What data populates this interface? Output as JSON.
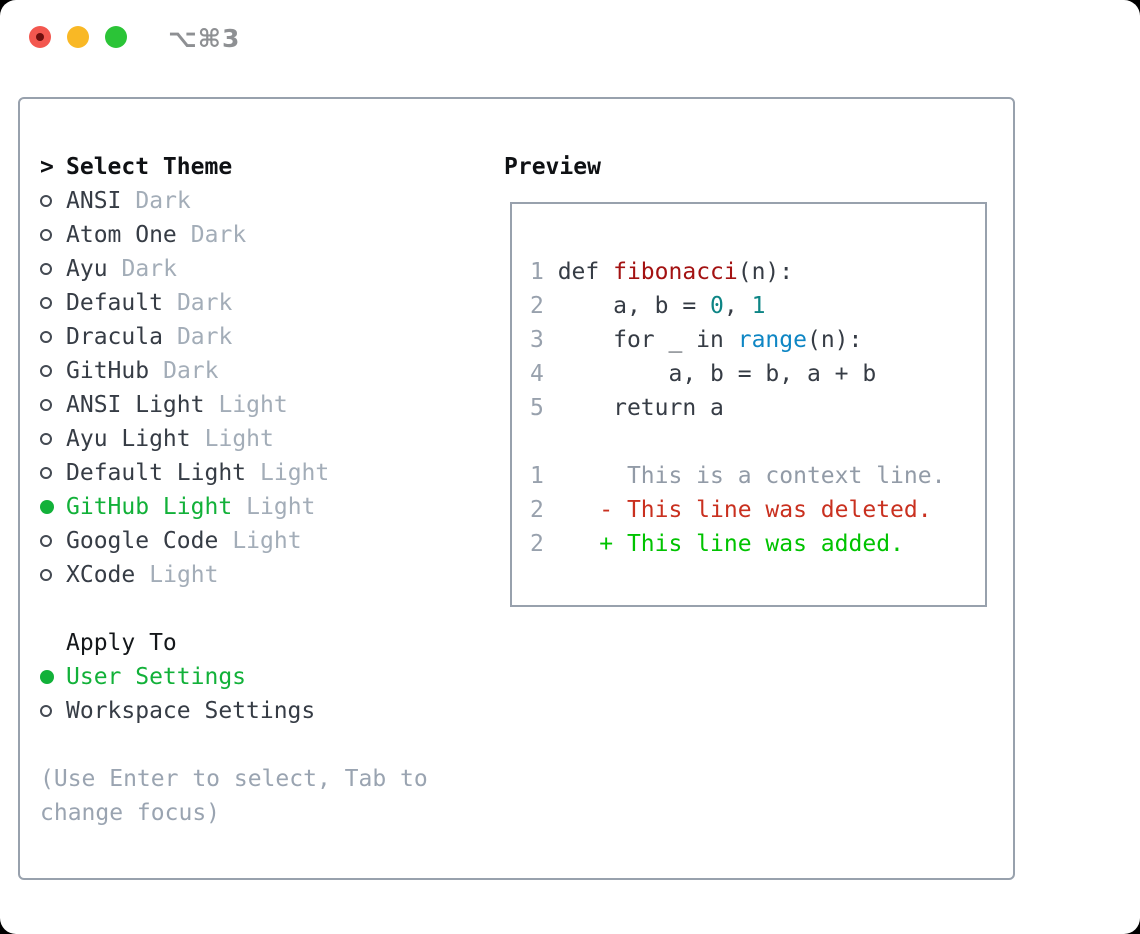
{
  "titlebar": {
    "shortcut": "⌥⌘3"
  },
  "theme_selector": {
    "prompt": ">",
    "title": "Select Theme",
    "items": [
      {
        "name": "ANSI",
        "variant": "Dark",
        "selected": false
      },
      {
        "name": "Atom One",
        "variant": "Dark",
        "selected": false
      },
      {
        "name": "Ayu",
        "variant": "Dark",
        "selected": false
      },
      {
        "name": "Default",
        "variant": "Dark",
        "selected": false
      },
      {
        "name": "Dracula",
        "variant": "Dark",
        "selected": false
      },
      {
        "name": "GitHub",
        "variant": "Dark",
        "selected": false
      },
      {
        "name": "ANSI Light",
        "variant": "Light",
        "selected": false
      },
      {
        "name": "Ayu Light",
        "variant": "Light",
        "selected": false
      },
      {
        "name": "Default Light",
        "variant": "Light",
        "selected": false
      },
      {
        "name": "GitHub Light",
        "variant": "Light",
        "selected": true
      },
      {
        "name": "Google Code",
        "variant": "Light",
        "selected": false
      },
      {
        "name": "XCode",
        "variant": "Light",
        "selected": false
      }
    ]
  },
  "apply_to": {
    "title": "Apply To",
    "options": [
      {
        "label": "User Settings",
        "selected": true
      },
      {
        "label": "Workspace Settings",
        "selected": false
      }
    ]
  },
  "hint": "(Use Enter to select, Tab to change focus)",
  "preview": {
    "title": "Preview",
    "code_lines": [
      {
        "num": "1",
        "s0": " def ",
        "s1": "fibonacci",
        "s2": "(n):"
      },
      {
        "num": "2",
        "s0": "     a, b = ",
        "s1": "0",
        "s2": ", ",
        "s3": "1"
      },
      {
        "num": "3",
        "s0": "     for _ in ",
        "s1": "range",
        "s2": "(n):"
      },
      {
        "num": "4",
        "s0": "         a, b = b, a + b"
      },
      {
        "num": "5",
        "s0": "     return a"
      }
    ],
    "diff_lines": [
      {
        "num": "1",
        "text": "      This is a context line."
      },
      {
        "num": "2",
        "text": "    - This line was deleted."
      },
      {
        "num": "2",
        "text": "    + This line was added."
      }
    ]
  },
  "colors": {
    "selected_green": "#12b139",
    "added_green": "#00c300",
    "deleted_red": "#c9301f",
    "function_red": "#a31212",
    "builtin_blue": "#0e86c4",
    "number_teal": "#0d8585",
    "muted_gray": "#a3adb8",
    "border_gray": "#98a1ad"
  }
}
